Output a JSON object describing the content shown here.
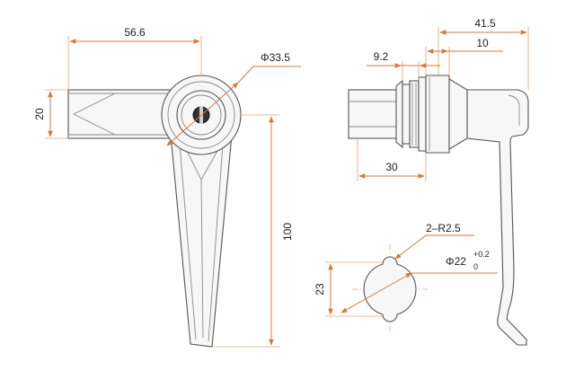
{
  "drawing": {
    "dimensions": {
      "handle_length": "56.6",
      "handle_height": "20",
      "head_diameter": "Φ33.5",
      "overall_length": "100",
      "side_depth": "41.5",
      "body_length": "10",
      "thread_length": "9.2",
      "shaft_length": "30",
      "cutout_radius": "2–R2.5",
      "cutout_diameter": "Φ22",
      "cutout_tol_upper": "+0.2",
      "cutout_tol_lower": "0",
      "cutout_height": "23"
    },
    "colors": {
      "dimension": "#d9773a",
      "outline": "#555555"
    }
  }
}
